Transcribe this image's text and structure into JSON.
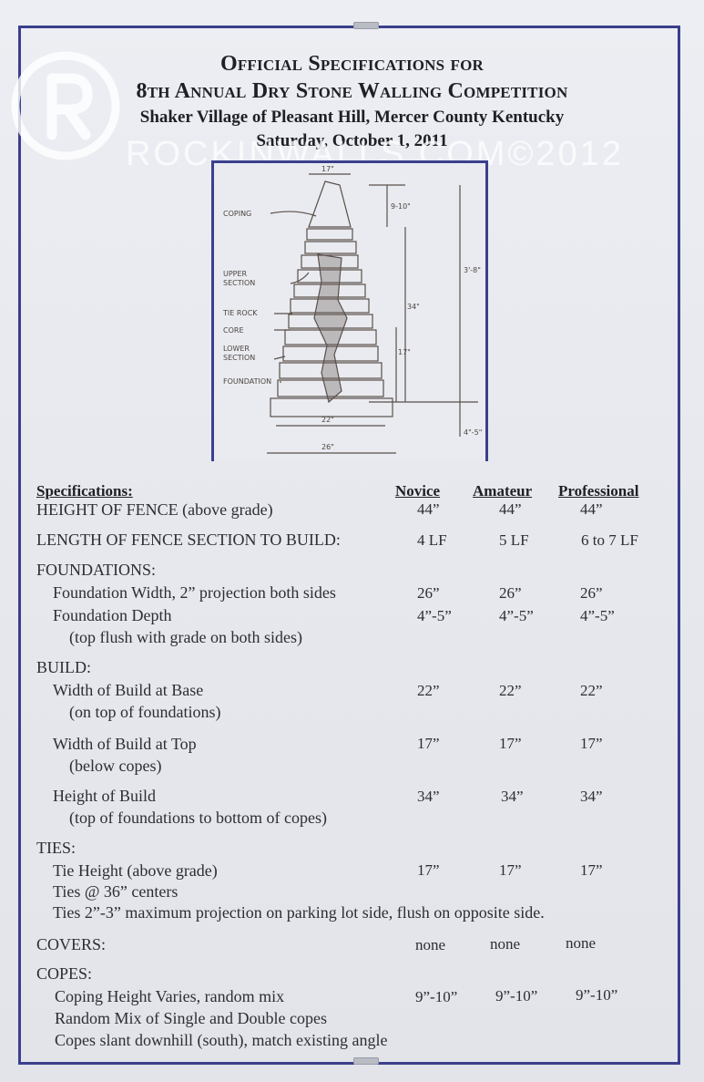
{
  "header": {
    "line1": "Official Specifications for",
    "line2": "8th Annual Dry Stone Walling Competition",
    "line3": "Shaker Village of Pleasant Hill, Mercer County Kentucky",
    "line4": "Saturday, October 1, 2011"
  },
  "watermark": "ROCKINWALLS.COM©2012",
  "drawing": {
    "labels": {
      "coping": "COPING",
      "upper_section_1": "UPPER",
      "upper_section_2": "SECTION",
      "tie_rock": "TIE ROCK",
      "core": "CORE",
      "lower_section_1": "LOWER",
      "lower_section_2": "SECTION",
      "foundation": "FOUNDATION"
    },
    "dims": {
      "top_width": "17\"",
      "copes_height": "9-10\"",
      "build_height": "34\"",
      "tie_height": "17\"",
      "total_height": "3'-8\"",
      "base_width": "22\"",
      "found_width": "26\"",
      "found_depth": "4\"-5\""
    }
  },
  "columns": {
    "label": "Specifications:",
    "novice": "Novice",
    "amateur": "Amateur",
    "professional": "Professional"
  },
  "rows": {
    "height_fence": {
      "label": "HEIGHT OF FENCE (above grade)",
      "novice": "44”",
      "amateur": "44”",
      "professional": "44”"
    },
    "length_fence": {
      "label": "LENGTH OF FENCE SECTION TO BUILD:",
      "novice": "4 LF",
      "amateur": "5 LF",
      "professional": "6 to 7 LF"
    },
    "foundations": {
      "label": "FOUNDATIONS:"
    },
    "found_width": {
      "label": "Foundation Width, 2” projection both sides",
      "novice": "26”",
      "amateur": "26”",
      "professional": "26”"
    },
    "found_depth": {
      "label": "Foundation Depth",
      "novice": "4”-5”",
      "amateur": "4”-5”",
      "professional": "4”-5”"
    },
    "found_depth_note": {
      "label": "(top flush with grade on both sides)"
    },
    "build": {
      "label": "BUILD:"
    },
    "width_base": {
      "label": "Width of Build at Base",
      "novice": "22”",
      "amateur": "22”",
      "professional": "22”"
    },
    "width_base_note": {
      "label": "(on top of foundations)"
    },
    "width_top": {
      "label": "Width of Build at Top",
      "novice": "17”",
      "amateur": "17”",
      "professional": "17”"
    },
    "width_top_note": {
      "label": "(below copes)"
    },
    "height_build": {
      "label": "Height of Build",
      "novice": "34”",
      "amateur": "34”",
      "professional": "34”"
    },
    "height_build_note": {
      "label": "(top of foundations to bottom of copes)"
    },
    "ties": {
      "label": "TIES:"
    },
    "tie_height": {
      "label": "Tie Height (above grade)",
      "novice": "17”",
      "amateur": "17”",
      "professional": "17”"
    },
    "ties_centers": {
      "label": "Ties @ 36” centers"
    },
    "ties_projection": {
      "label": "Ties 2”-3” maximum projection on parking lot side, flush on opposite side."
    },
    "covers": {
      "label": "COVERS:",
      "novice": "none",
      "amateur": "none",
      "professional": "none"
    },
    "copes": {
      "label": "COPES:"
    },
    "coping_height": {
      "label": "Coping Height Varies, random mix",
      "novice": "9”-10”",
      "amateur": "9”-10”",
      "professional": "9”-10”"
    },
    "random_mix": {
      "label": "Random Mix of Single and Double copes"
    },
    "copes_slant": {
      "label": "Copes slant downhill (south), match existing angle"
    }
  },
  "colors": {
    "frame": "#3b3f8c",
    "text": "#2d2d33"
  }
}
